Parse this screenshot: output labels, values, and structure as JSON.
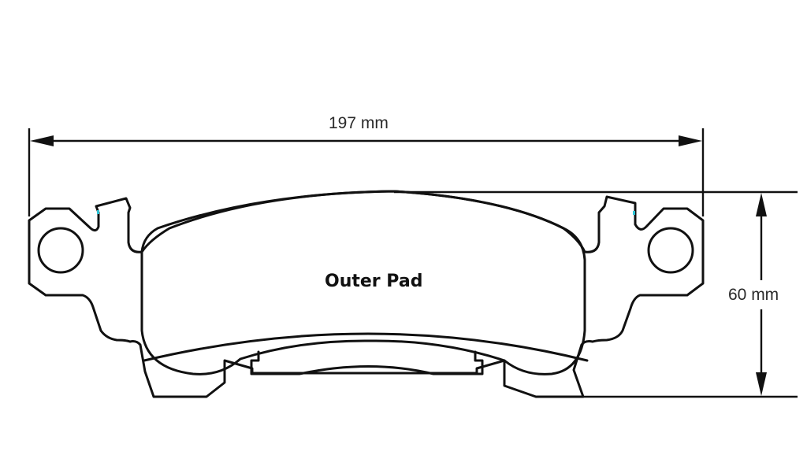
{
  "diagram": {
    "subject": "brake pad outline drawing",
    "pad_label": "Outer Pad",
    "dimensions": {
      "width": {
        "value": 197,
        "unit": "mm",
        "label": "197 mm"
      },
      "height": {
        "value": 60,
        "unit": "mm",
        "label": "60 mm"
      }
    },
    "colors": {
      "line": "#111111",
      "background": "#ffffff",
      "sensor_marker": "#2ec4d6",
      "dimension_text": "#2a2a2a"
    }
  }
}
